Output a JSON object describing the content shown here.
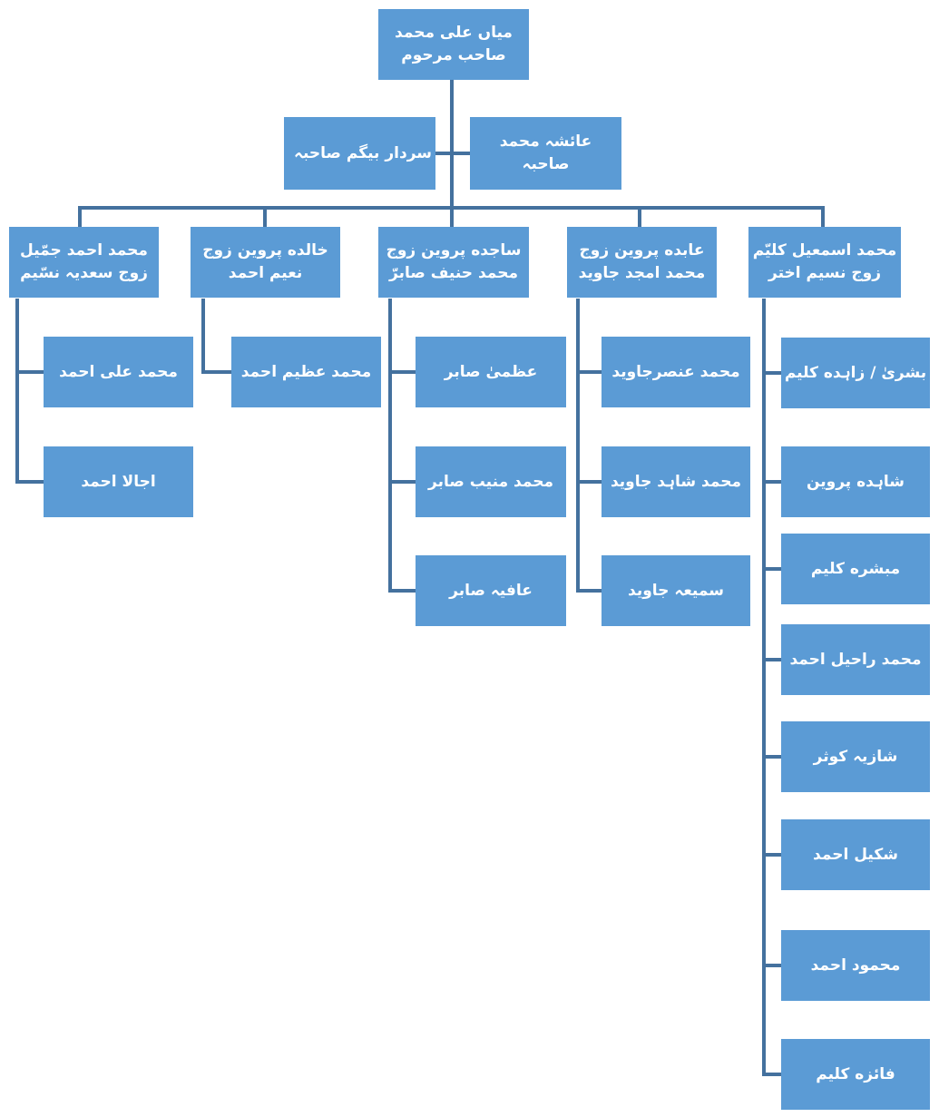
{
  "tree": {
    "type": "family-org-chart",
    "root": {
      "label": "میاں علی محمد صاحب مرحوم"
    },
    "wives": [
      {
        "label": "سردار بیگم صاحبہ"
      },
      {
        "label": "عائشہ محمد صاحبہ"
      }
    ],
    "branches": [
      {
        "label": "محمد احمد جمّیل زوج سعدیہ نسّیم",
        "children": [
          "محمد علی احمد",
          "اجالا احمد"
        ]
      },
      {
        "label": "خالده پروین زوج نعیم احمد",
        "children": [
          "محمد عظیم احمد"
        ]
      },
      {
        "label": "ساجده پروین زوج محمد حنیف صابرّ",
        "children": [
          "عظمیٰ صابر",
          "محمد منیب صابر",
          "عافیہ صابر"
        ]
      },
      {
        "label": "عابده پروین زوج محمد امجد جاوید",
        "children": [
          "محمد عنصرجاوید",
          "محمد شاہد جاوید",
          "سمیعہ جاوید"
        ]
      },
      {
        "label": "محمد اسمعیل کلیّم زوج نسیم اختر",
        "children": [
          "بشریٰ / زاہده کلیم",
          "شاہده پروین",
          "مبشره کلیم",
          "محمد راحیل احمد",
          "شازیہ کوثر",
          "شکیل احمد",
          "محمود احمد",
          "فائزه کلیم"
        ]
      }
    ],
    "colors": {
      "box_fill": "#5B9BD5",
      "connector": "#44719E",
      "text": "#FFFFFF",
      "background": "#FFFFFF"
    }
  }
}
